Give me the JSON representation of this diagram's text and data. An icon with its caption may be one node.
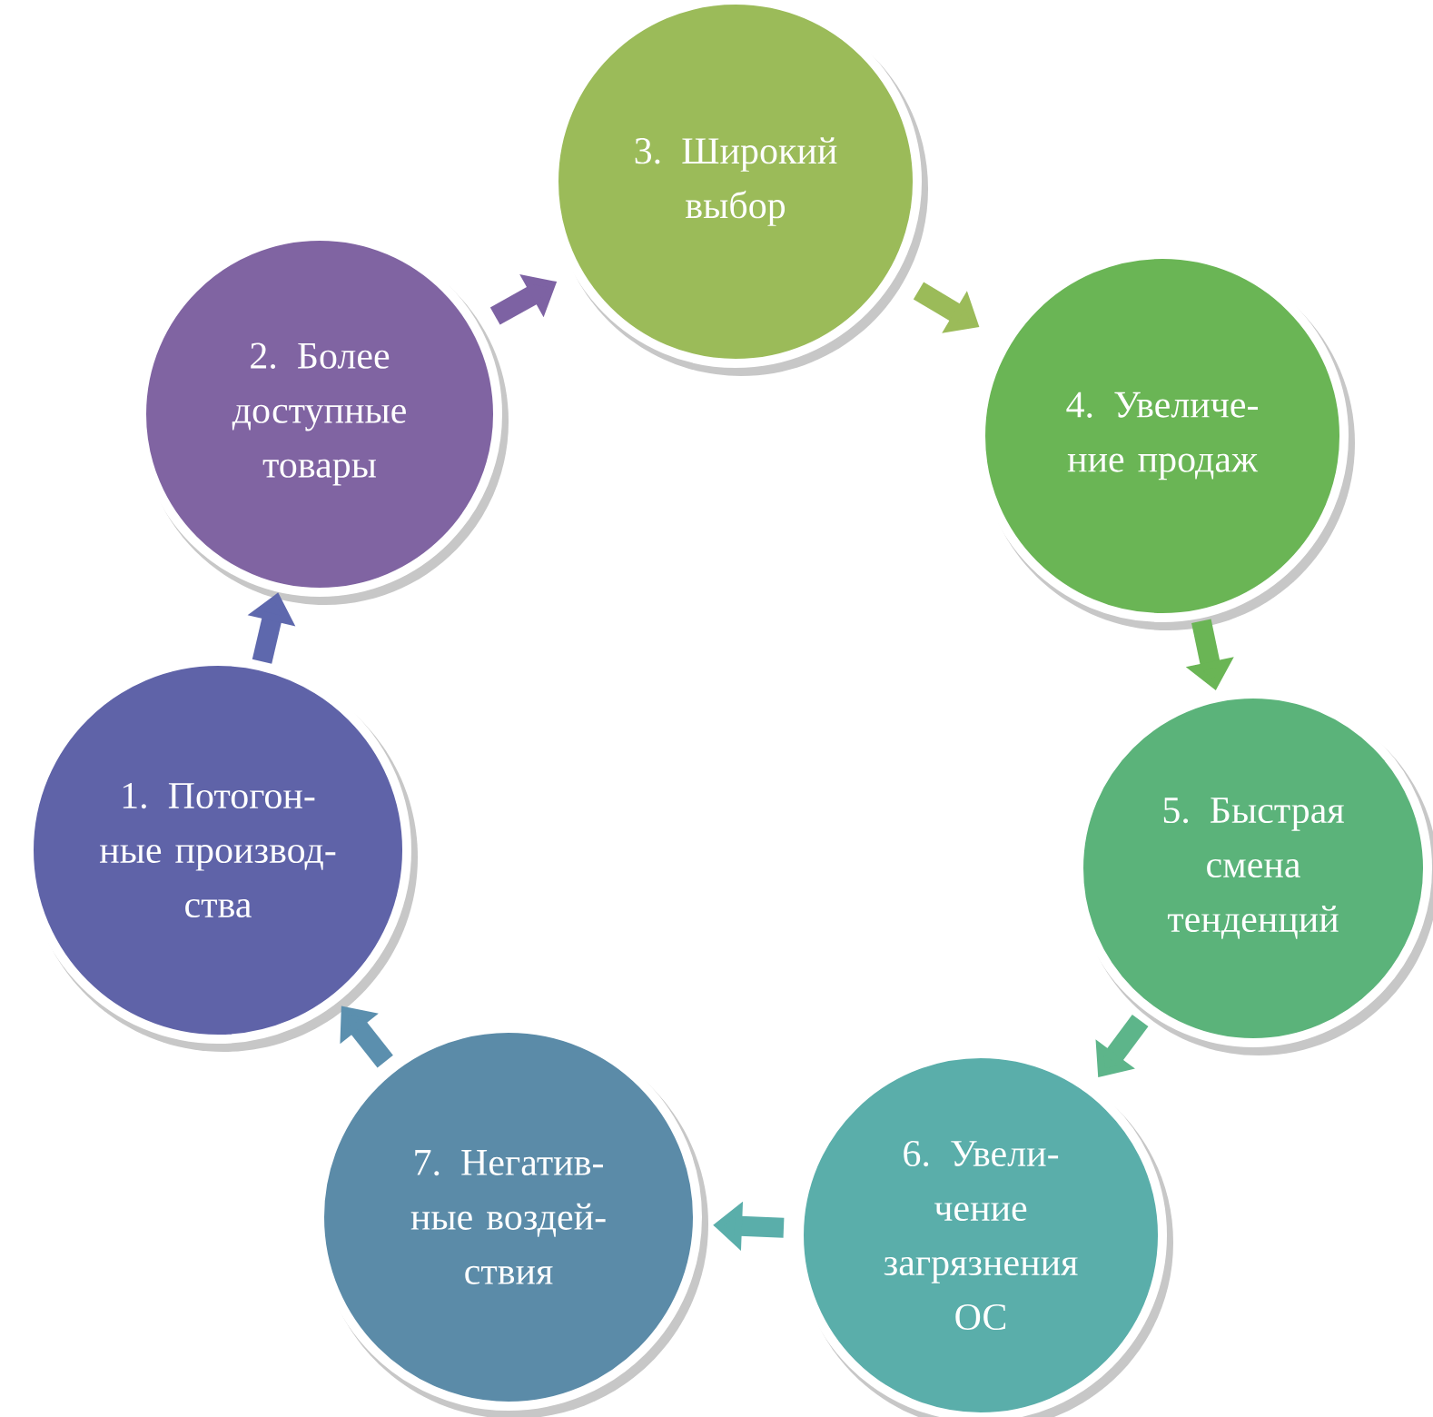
{
  "diagram": {
    "nodes": [
      {
        "text": [
          "1. Потогон- ные производ- ства"
        ]
      },
      {
        "text": [
          "2. Более доступные товары"
        ]
      },
      {
        "text": [
          "3. Широкий выбор"
        ]
      },
      {
        "text": [
          "4. Увеличе- ние продаж"
        ]
      },
      {
        "text": [
          "5. Быстрая смена тенденций"
        ]
      },
      {
        "text": [
          "6. Увели- чение загрязнения ОС"
        ]
      },
      {
        "text": [
          "7. Негатив- ные воздей- ствия"
        ]
      }
    ],
    "edges": [
      {
        "from": 0,
        "to": 1,
        "arrow": "to",
        "color": "#5e68ad"
      },
      {
        "from": 1,
        "to": 2,
        "arrow": "to",
        "color": "#7d62a3"
      },
      {
        "from": 2,
        "to": 3,
        "arrow": "to",
        "color": "#9bbb59"
      },
      {
        "from": 3,
        "to": 4,
        "arrow": "to",
        "color": "#6ab555"
      },
      {
        "from": 4,
        "to": 5,
        "arrow": "to",
        "color": "#5db58a"
      },
      {
        "from": 5,
        "to": 6,
        "arrow": "to",
        "color": "#5aaeaa"
      },
      {
        "from": 6,
        "to": 0,
        "arrow": "to",
        "color": "#5b8fae"
      }
    ]
  }
}
